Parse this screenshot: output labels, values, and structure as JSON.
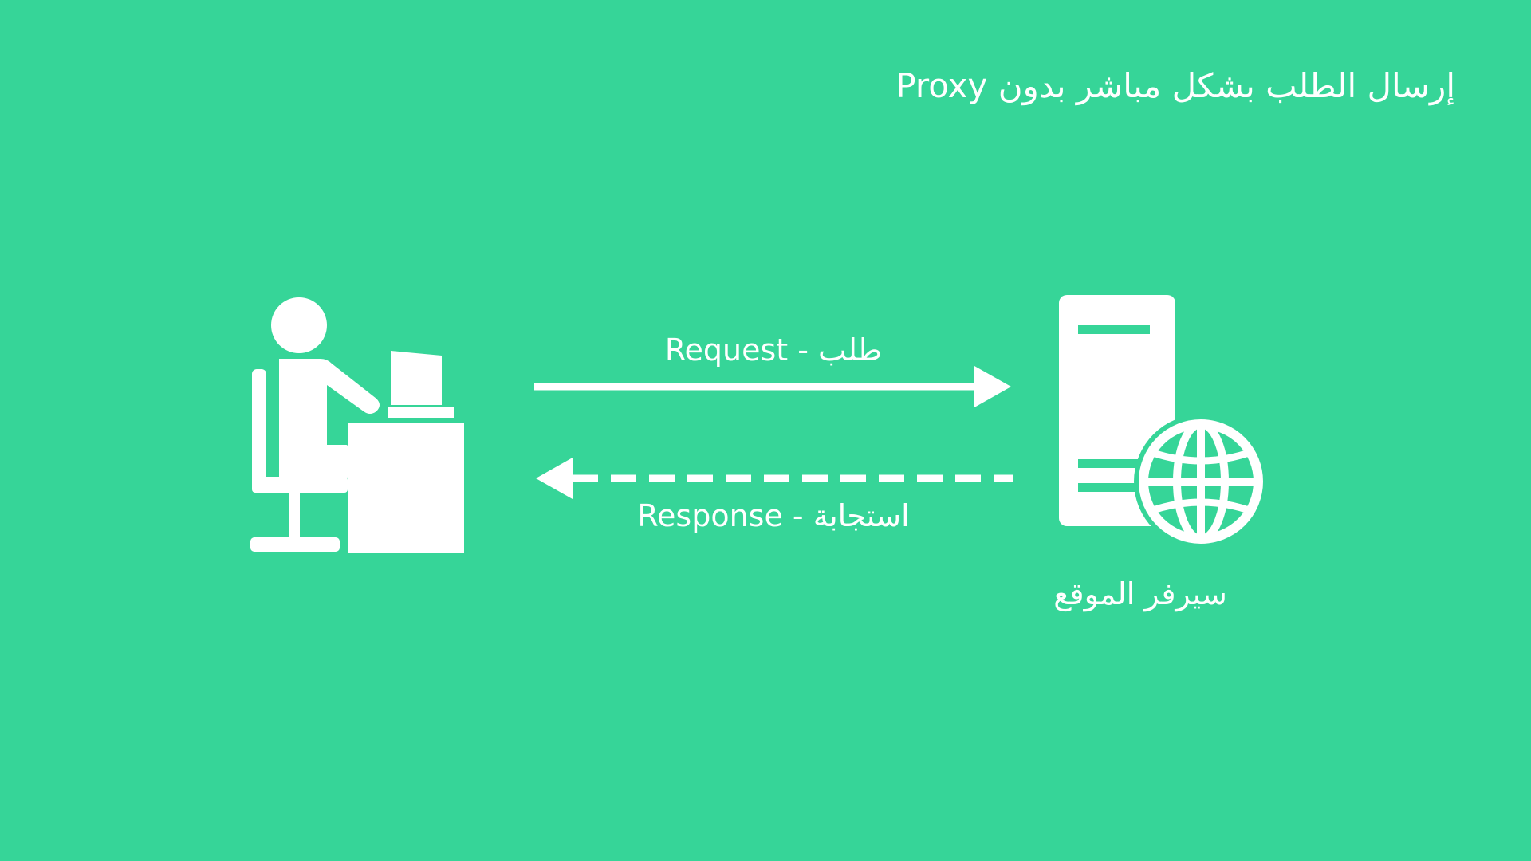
{
  "diagram": {
    "title": "إرسال الطلب بشكل مباشر بدون Proxy",
    "request_label": "Request -  طلب",
    "response_label": "Response -  استجابة",
    "server_label": "سيرفر الموقع"
  },
  "nodes": [
    {
      "name": "client",
      "icon": "user-at-computer-icon"
    },
    {
      "name": "server",
      "icon": "server-tower-icon"
    }
  ],
  "edges": [
    {
      "from": "client",
      "to": "server",
      "style": "solid"
    },
    {
      "from": "server",
      "to": "client",
      "style": "dashed"
    }
  ],
  "colors": {
    "background": "#36d598",
    "foreground": "#ffffff"
  }
}
